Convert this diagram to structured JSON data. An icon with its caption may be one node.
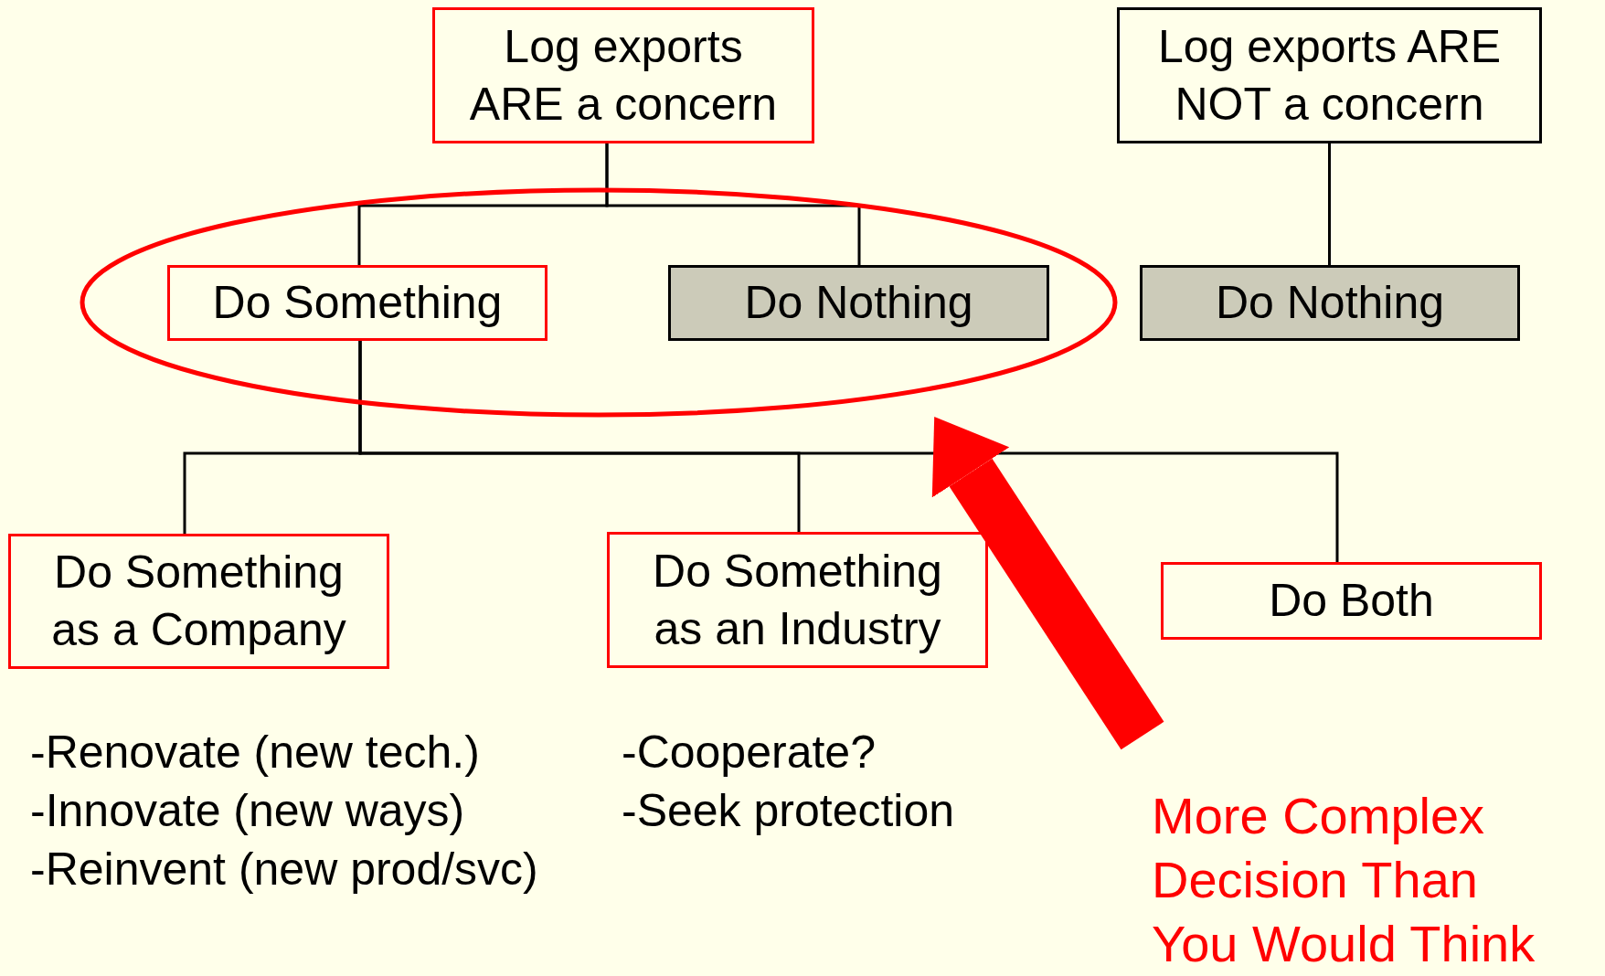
{
  "diagram": {
    "nodes": [
      {
        "text": [
          "Log exports ARE a concern"
        ]
      },
      {
        "text": [
          "Log exports ARE NOT a concern"
        ]
      },
      {
        "text": [],
        "shape": "ellipse"
      },
      {
        "text": [
          "Do Something"
        ],
        "in": 2
      },
      {
        "text": [
          "Do Nothing"
        ],
        "in": 2
      },
      {
        "text": [
          "Do Nothing"
        ]
      },
      {
        "text": [
          "Do Something as a Company"
        ]
      },
      {
        "text": [
          "Do Something as an Industry"
        ]
      },
      {
        "text": [
          "Do Both"
        ]
      },
      {
        "text": [
          "More Complex Decision Than You Would Think"
        ]
      }
    ],
    "edges": [
      {
        "from": 0,
        "to": 3,
        "arrow": "none"
      },
      {
        "from": 0,
        "to": 4,
        "arrow": "none"
      },
      {
        "from": 1,
        "to": 5,
        "arrow": "none"
      },
      {
        "from": 3,
        "to": 6,
        "arrow": "none"
      },
      {
        "from": 3,
        "to": 7,
        "arrow": "none"
      },
      {
        "from": 3,
        "to": 8,
        "arrow": "none"
      },
      {
        "from": 9,
        "to": 2,
        "arrow": "to",
        "style": "thick",
        "color": "#ff0000"
      }
    ],
    "labels": [
      "-Renovate (new tech.)",
      "-Innovate (new ways)",
      "-Reinvent (new prod/svc)",
      "-Cooperate?",
      "-Seek protection"
    ]
  }
}
